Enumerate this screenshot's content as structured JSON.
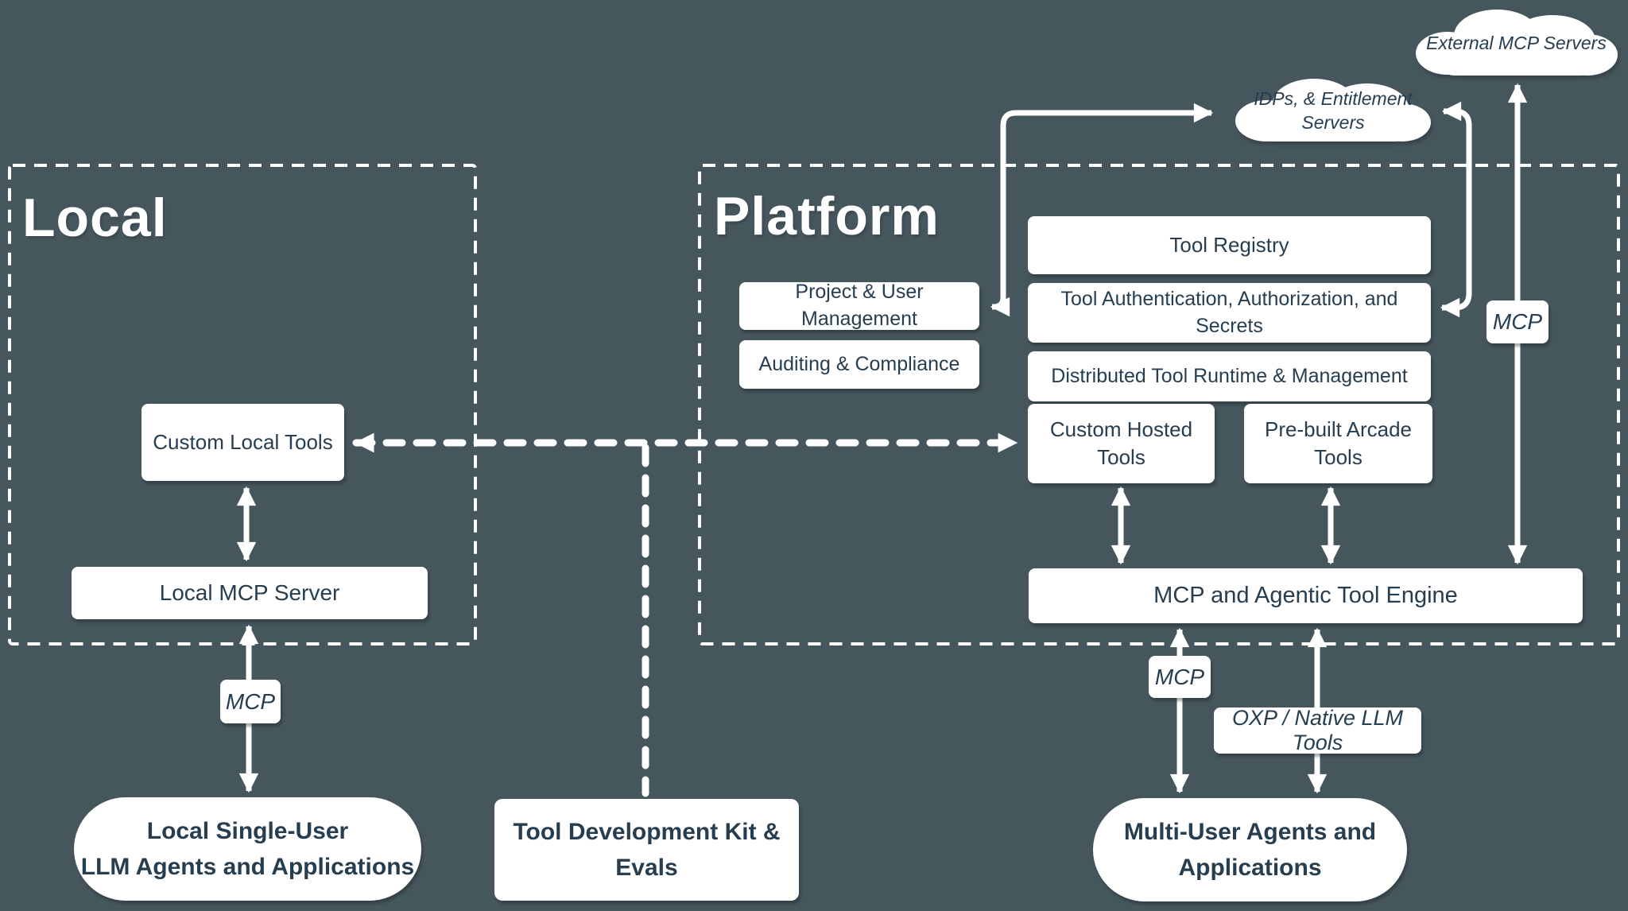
{
  "colors": {
    "background": "#46565D",
    "node_fill": "#FFFFFF",
    "text_dark": "#273D50",
    "line_white": "#FFFFFF"
  },
  "titles": {
    "local": "Local",
    "platform": "Platform"
  },
  "clouds": {
    "external": {
      "label": "External MCP Servers"
    },
    "idps": {
      "line1": "IDPs, & Entitlement",
      "line2": "Servers"
    }
  },
  "local": {
    "custom_local_tools": "Custom Local Tools",
    "local_mcp_server": "Local MCP Server"
  },
  "platform": {
    "project_user_management": "Project & User Management",
    "auditing_compliance": "Auditing & Compliance",
    "tool_registry": "Tool Registry",
    "tool_auth": "Tool Authentication, Authorization, and Secrets",
    "distributed_runtime": "Distributed Tool Runtime & Management",
    "custom_hosted_tools": "Custom Hosted Tools",
    "prebuilt_arcade_tools": "Pre-built Arcade Tools",
    "mcp_engine": "MCP and Agentic Tool Engine"
  },
  "bottom": {
    "local_agents": {
      "line1": "Local Single-User",
      "line2": "LLM Agents and Applications"
    },
    "tool_dev_kit": "Tool Development Kit & Evals",
    "multi_user_agents": {
      "line1": "Multi-User Agents and",
      "line2": "Applications"
    }
  },
  "edge_labels": {
    "mcp_local": "MCP",
    "mcp_multi_user": "MCP",
    "mcp_external": "MCP",
    "oxp": "OXP / Native LLM Tools"
  }
}
